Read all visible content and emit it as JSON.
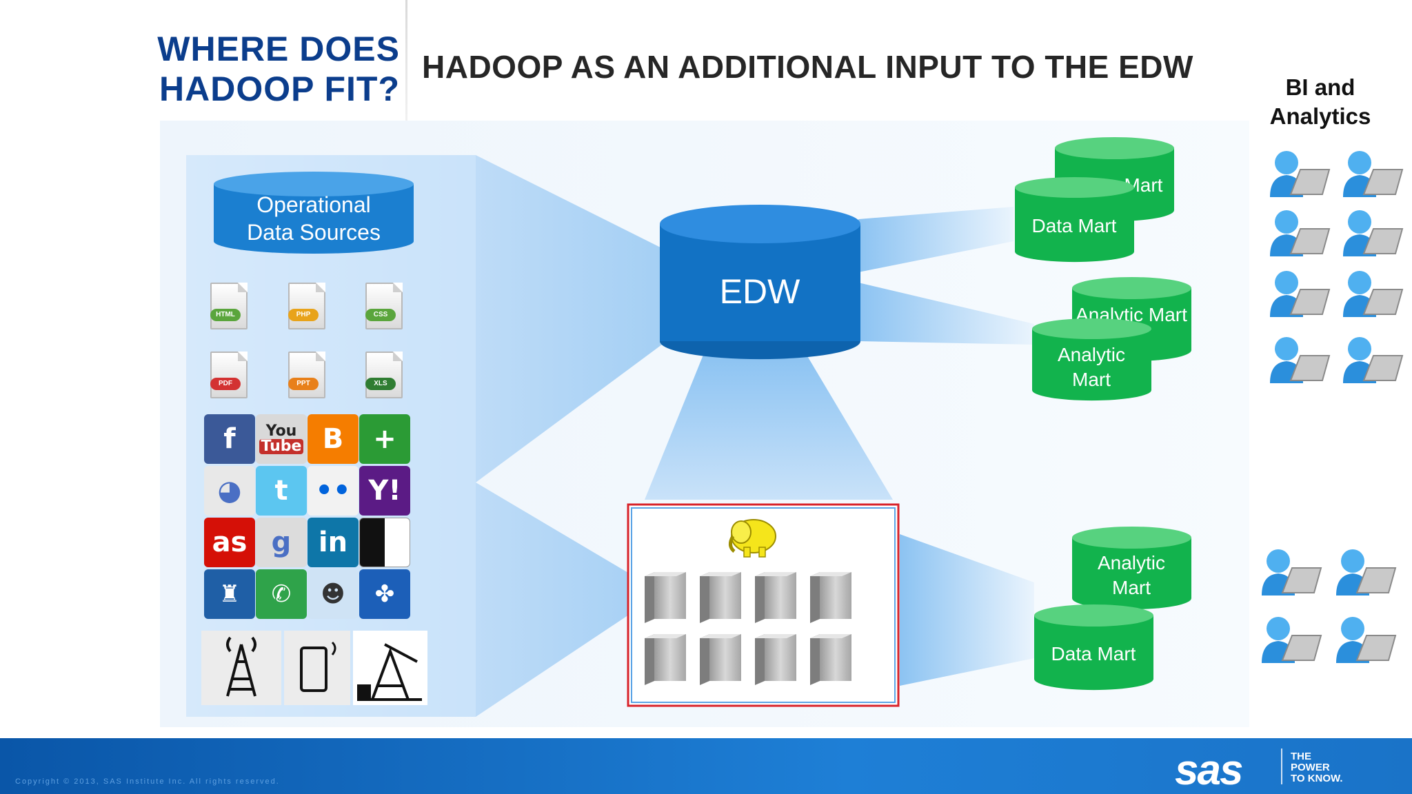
{
  "header": {
    "section_title": "WHERE DOES HADOOP FIT?",
    "slide_title": "HADOOP AS AN ADDITIONAL INPUT TO THE EDW"
  },
  "sources": {
    "label_line1": "Operational",
    "label_line2": "Data Sources",
    "file_types": [
      "HTML",
      "PHP",
      "CSS",
      "PDF",
      "PPT",
      "XLS"
    ],
    "social_icons": [
      "facebook-icon",
      "youtube-icon",
      "blogger-icon",
      "google-plus-icon",
      "picasa-icon",
      "twitter-icon",
      "flickr-icon",
      "yahoo-icon",
      "lastfm-icon",
      "google-icon",
      "linkedin-icon",
      "delicious-icon",
      "myspace-icon",
      "whatsapp-icon",
      "reddit-icon",
      "digg-icon"
    ],
    "device_icons": [
      "cell-tower-icon",
      "mobile-phone-icon",
      "oil-pump-icon"
    ],
    "youtube_text": {
      "line1": "You",
      "line2": "Tube"
    }
  },
  "edw": {
    "label": "EDW"
  },
  "hadoop": {
    "logo": "hadoop-elephant-icon",
    "server_icon": "server-icon"
  },
  "marts": {
    "data_mart_back": "Data Mart",
    "data_mart_front": "Data Mart",
    "analytic_back": "Analytic Mart",
    "analytic_front_line1": "Analytic",
    "analytic_front_line2": "Mart",
    "analytic_lower_line1": "Analytic",
    "analytic_lower_line2": "Mart",
    "data_mart_lower": "Data Mart"
  },
  "bi": {
    "title_line1": "BI and",
    "title_line2": "Analytics",
    "user_icon": "user-laptop-icon"
  },
  "footer": {
    "copyright": "Copyright © 2013, SAS Institute Inc. All rights reserved.",
    "logo": "sas",
    "tagline_1": "THE",
    "tagline_2": "POWER",
    "tagline_3": "TO KNOW."
  },
  "colors": {
    "title_blue": "#0b3d8c",
    "edw_blue": "#1272c4",
    "mart_green": "#12b34d",
    "source_blue": "#1b7fd0",
    "footer_blue": "#1e7fd6",
    "hadoop_border": "#d8232a"
  }
}
